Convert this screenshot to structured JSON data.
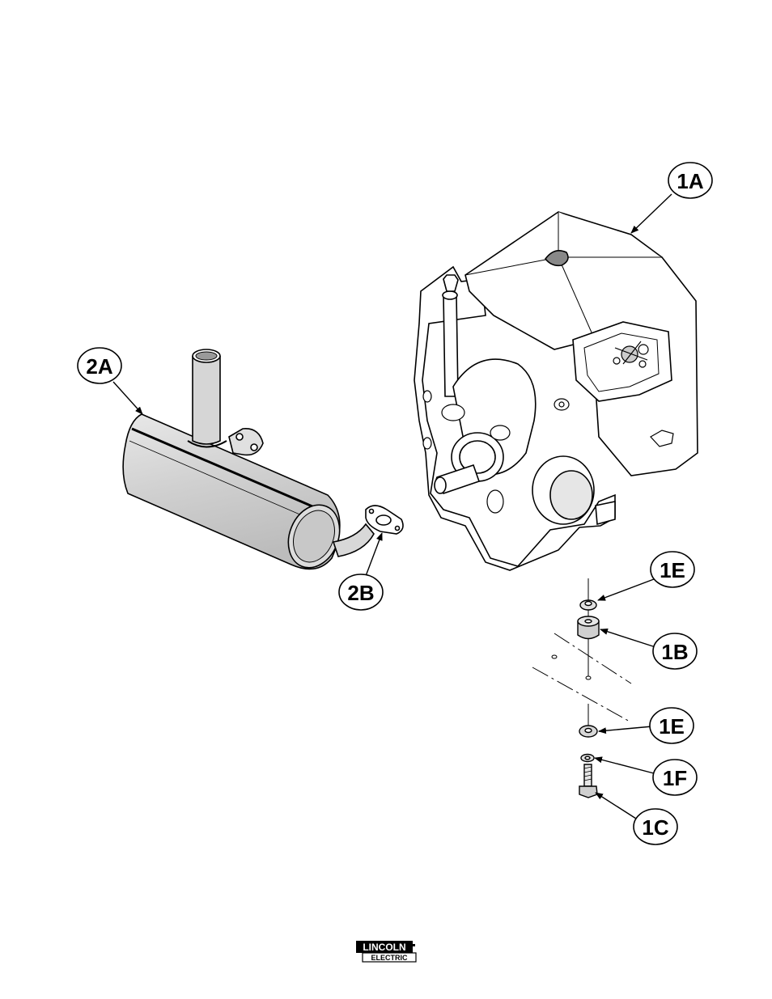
{
  "callouts": {
    "c1a": "1A",
    "c2a": "2A",
    "c2b": "2B",
    "c1e_top": "1E",
    "c1b": "1B",
    "c1e_bottom": "1E",
    "c1f": "1F",
    "c1c": "1C"
  },
  "logo": {
    "line1": "LINCOLN",
    "line2": "ELECTRIC"
  },
  "colors": {
    "line": "#000000",
    "shade": "#d9d9d9",
    "shade_dark": "#bdbdbd"
  }
}
